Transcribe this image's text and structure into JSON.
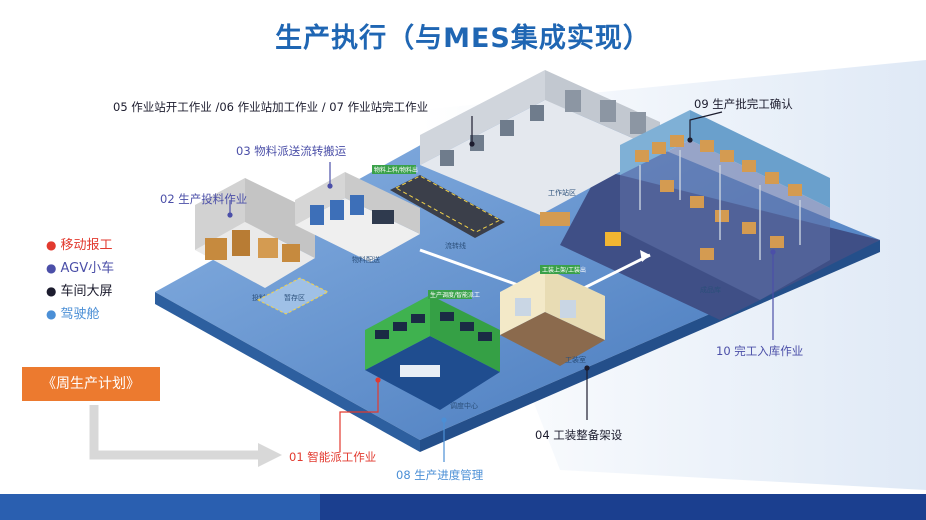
{
  "title": "生产执行（与MES集成实现）",
  "colors": {
    "title": "#1f66b3",
    "mobile_report": "#e23a2f",
    "agv": "#4b4fa8",
    "big_screen": "#1c1c2e",
    "cockpit": "#4b8fd6",
    "plan_box": "#ec7a2f",
    "platform_top": "#5b8fcf",
    "warehouse_floor": "#3f4f86",
    "footer_band": "#1b3f8f"
  },
  "legend": [
    {
      "label": "移动报工",
      "color": "#e23a2f",
      "icon": "dot"
    },
    {
      "label": "AGV小车",
      "color": "#4b4fa8",
      "icon": "dot"
    },
    {
      "label": "车间大屏",
      "color": "#1c1c2e",
      "icon": "dot"
    },
    {
      "label": "驾驶舱",
      "color": "#4b8fd6",
      "icon": "dot"
    }
  ],
  "plan_box": {
    "label": "《周生产计划》"
  },
  "callouts": [
    {
      "id": "c01",
      "text": "01 智能派工作业",
      "color": "#e23a2f"
    },
    {
      "id": "c02",
      "text": "02 生产投料作业",
      "color": "#4b4fa8"
    },
    {
      "id": "c03",
      "text": "03 物料派送流转搬运",
      "color": "#4b4fa8"
    },
    {
      "id": "c04",
      "text": "04 工装整备架设",
      "color": "#1c1c2e"
    },
    {
      "id": "c05",
      "text": "05 作业站开工作业 /06 作业站加工作业 / 07 作业站完工作业",
      "color": "#1c1c2e"
    },
    {
      "id": "c08",
      "text": "08 生产进度管理",
      "color": "#4b8fd6"
    },
    {
      "id": "c09",
      "text": "09 生产批完工确认",
      "color": "#1c1c2e"
    },
    {
      "id": "c10",
      "text": "10 完工入库作业",
      "color": "#4b4fa8"
    }
  ],
  "zone_labels": {
    "feed_zone": "投料区",
    "transit": "暂存区",
    "material_prep": "物料配送",
    "flow_line": "流转线",
    "workstations": "工作站区",
    "finished_store": "成品库",
    "tooling": "工装室",
    "dispatch_center": "调度中心"
  },
  "signs": {
    "material": "物料上料/物料出",
    "control": "生产调度/智能派工",
    "tooling": "工装上架/工装出"
  }
}
